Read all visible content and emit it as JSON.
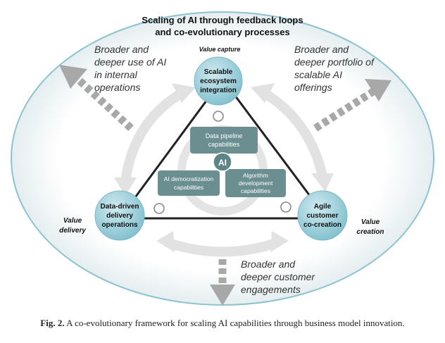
{
  "title_line1": "Scaling of AI through feedback loops",
  "title_line2": "and co-evolutionary processes",
  "nodes": {
    "top": {
      "line1": "Scalable",
      "line2": "ecosystem",
      "line3": "integration"
    },
    "left": {
      "line1": "Data-driven",
      "line2": "delivery",
      "line3": "operations"
    },
    "right": {
      "line1": "Agile",
      "line2": "customer",
      "line3": "co-creation"
    }
  },
  "value_labels": {
    "capture": "Value capture",
    "delivery_line1": "Value",
    "delivery_line2": "delivery",
    "creation_line1": "Value",
    "creation_line2": "creation"
  },
  "capabilities": {
    "pipeline_line1": "Data pipeline",
    "pipeline_line2": "capabilities",
    "democratization_line1": "AI democratization",
    "democratization_line2": "capabilities",
    "algorithm_line1": "Algorithm",
    "algorithm_line2": "development",
    "algorithm_line3": "capabilities",
    "center": "AI"
  },
  "outcomes": {
    "internal": [
      "Broader and",
      "deeper use of AI",
      "in internal",
      "operations"
    ],
    "portfolio": [
      "Broader and",
      "deeper portfolio of",
      "scalable AI",
      "offerings"
    ],
    "customer": [
      "Broader and",
      "deeper customer",
      "engagements"
    ]
  },
  "caption": {
    "label": "Fig. 2.",
    "text": "A co-evolutionary framework for scaling AI capabilities through business model innovation."
  },
  "colors": {
    "node": "#8fcbd7",
    "box": "#6b8e91",
    "arrow": "#bdbdbd",
    "ellipse": "#8cc3cf"
  }
}
